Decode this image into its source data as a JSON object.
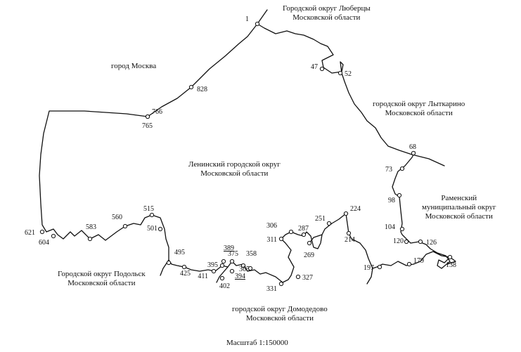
{
  "regions": {
    "moscow": "город Москва",
    "lyubertsy": [
      "Городской округ Люберцы",
      "Московской области"
    ],
    "lytkarino": [
      "городской округ Лыткарино",
      "Московской области"
    ],
    "leninsky": [
      "Ленинский городской округ",
      "Московской области"
    ],
    "ramensky": [
      "Раменский",
      "муниципальный округ",
      "Московской области"
    ],
    "podolsk": [
      "Городской округ Подольск",
      "Московской области"
    ],
    "domodedovo": [
      "городской округ Домодедово",
      "Московской области"
    ]
  },
  "points": [
    "1",
    "47",
    "52",
    "828",
    "766",
    "765",
    "68",
    "73",
    "98",
    "104",
    "120",
    "126",
    "138",
    "179",
    "197",
    "214",
    "224",
    "251",
    "287",
    "306",
    "311",
    "269",
    "327",
    "331",
    "358",
    "365",
    "375",
    "389",
    "395",
    "394",
    "402",
    "411",
    "425",
    "495",
    "501",
    "515",
    "560",
    "583",
    "604",
    "621"
  ],
  "scale": "Масштаб 1:150000"
}
